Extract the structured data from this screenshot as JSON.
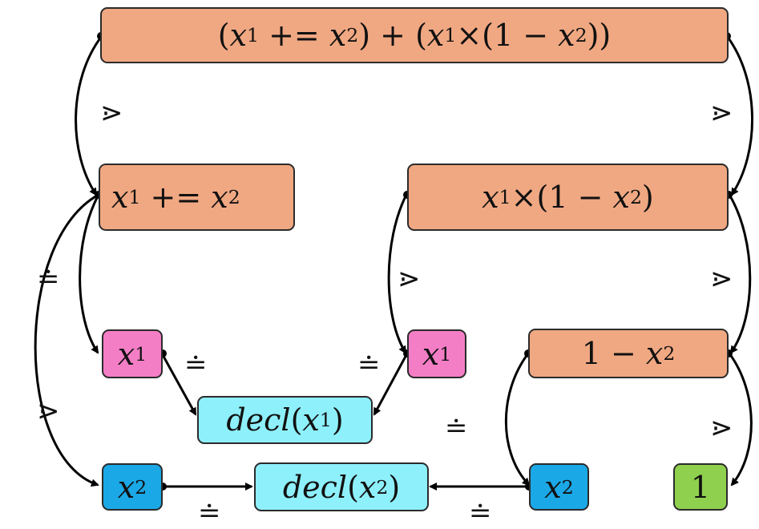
{
  "colors": {
    "expr": "#f0a882",
    "var_pink": "#f47ec6",
    "var_blue": "#1ba8e6",
    "decl": "#8ef0fb",
    "const": "#8fd14f",
    "stroke": "#2b2b2b",
    "edge": "#000000"
  },
  "nodes": {
    "root": {
      "p1_open": "(",
      "v1": "x",
      "s1": "1",
      "op1": " += ",
      "v2": "x",
      "s2": "2",
      "p1_close": ")",
      "plus": " + ",
      "p2_open": "(",
      "v3": "x",
      "s3": "1",
      "times": "×(1 − ",
      "v4": "x",
      "s4": "2",
      "p2_close": "))"
    },
    "assign": {
      "v1": "x",
      "s1": "1",
      "op": " += ",
      "v2": "x",
      "s2": "2"
    },
    "product": {
      "v1": "x",
      "s1": "1",
      "mid": "×(1 − ",
      "v2": "x",
      "s2": "2",
      "close": ")"
    },
    "minus": {
      "pre": "1 − ",
      "v": "x",
      "s": "2"
    },
    "x1_left": {
      "v": "x",
      "s": "1"
    },
    "x1_right": {
      "v": "x",
      "s": "1"
    },
    "x2_left": {
      "v": "x",
      "s": "2"
    },
    "x2_right": {
      "v": "x",
      "s": "2"
    },
    "one": {
      "label": "1"
    },
    "decl_x1": {
      "pre": "decl",
      "open": "(",
      "v": "x",
      "s": "1",
      "close": ")"
    },
    "decl_x2": {
      "pre": "decl",
      "open": "(",
      "v": "x",
      "s": "2",
      "close": ")"
    }
  },
  "relations": {
    "ge": "⋗",
    "eq": "≐"
  }
}
